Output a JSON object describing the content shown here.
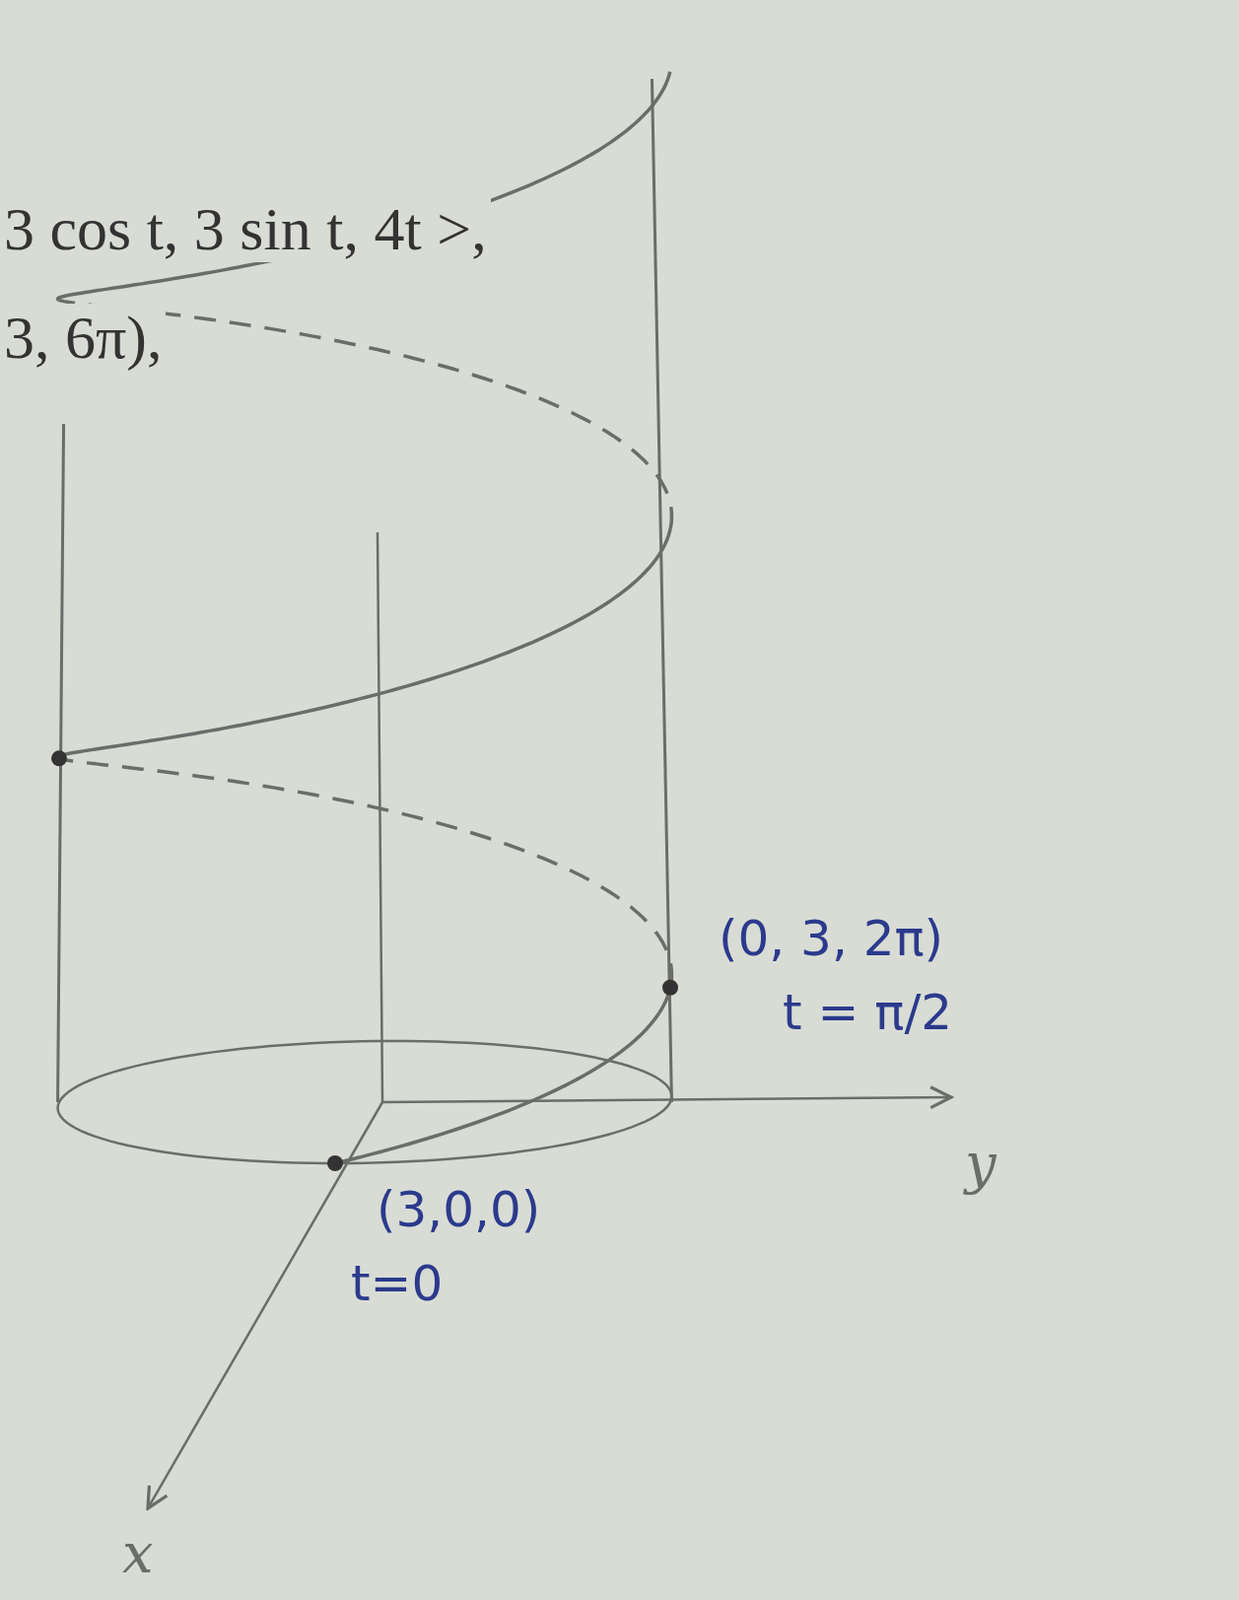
{
  "diagram": {
    "labels": [
      "3 cos t, 3 sin t, 4t >,",
      "3, 6π),",
      "(0, 3, 2π)",
      "t = π/2",
      "(3,0,0)",
      "t=0",
      "y",
      "x"
    ]
  }
}
